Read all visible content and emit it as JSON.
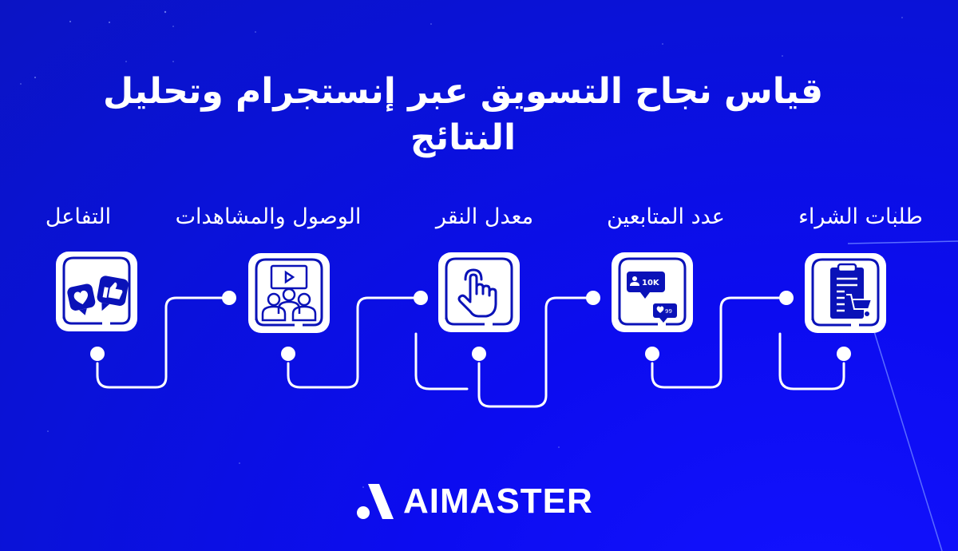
{
  "title": "قياس نجاح التسويق عبر إنستجرام وتحليل النتائج",
  "colors": {
    "background": "#0a10dc",
    "foreground": "#ffffff",
    "icon_fill": "#0a12b8"
  },
  "steps": [
    {
      "order": 1,
      "label": "طلبات الشراء",
      "icon": "clipboard-cart-icon"
    },
    {
      "order": 2,
      "label": "عدد المتابعين",
      "icon": "followers-notification-icon",
      "badges": {
        "followers": "10K",
        "likes": "99"
      }
    },
    {
      "order": 3,
      "label": "معدل النقر",
      "icon": "pointer-hand-click-icon"
    },
    {
      "order": 4,
      "label": "الوصول والمشاهدات",
      "icon": "audience-video-icon"
    },
    {
      "order": 5,
      "label": "التفاعل",
      "icon": "like-heart-bubbles-icon"
    }
  ],
  "logo": {
    "text": "AIMASTER"
  }
}
